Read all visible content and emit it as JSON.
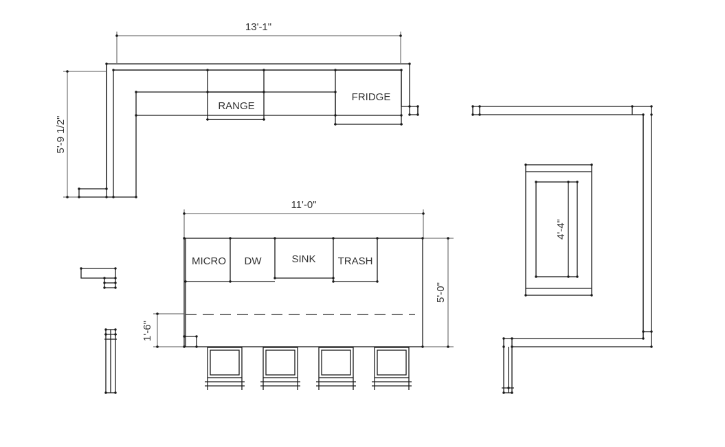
{
  "dimensions": {
    "top_counter_width": "13'-1\"",
    "top_counter_depth": "5'-9 1/2\"",
    "island_width": "11'-0\"",
    "island_depth": "5'-0\"",
    "overhang": "1'-6\"",
    "right_island": "4'-4\""
  },
  "appliances": {
    "range": "RANGE",
    "fridge": "FRIDGE",
    "micro": "MICRO",
    "dw": "DW",
    "sink": "SINK",
    "trash": "TRASH"
  },
  "colors": {
    "line": "#1a1a1a",
    "dimension": "#555555",
    "text": "#333333",
    "background": "#ffffff"
  }
}
